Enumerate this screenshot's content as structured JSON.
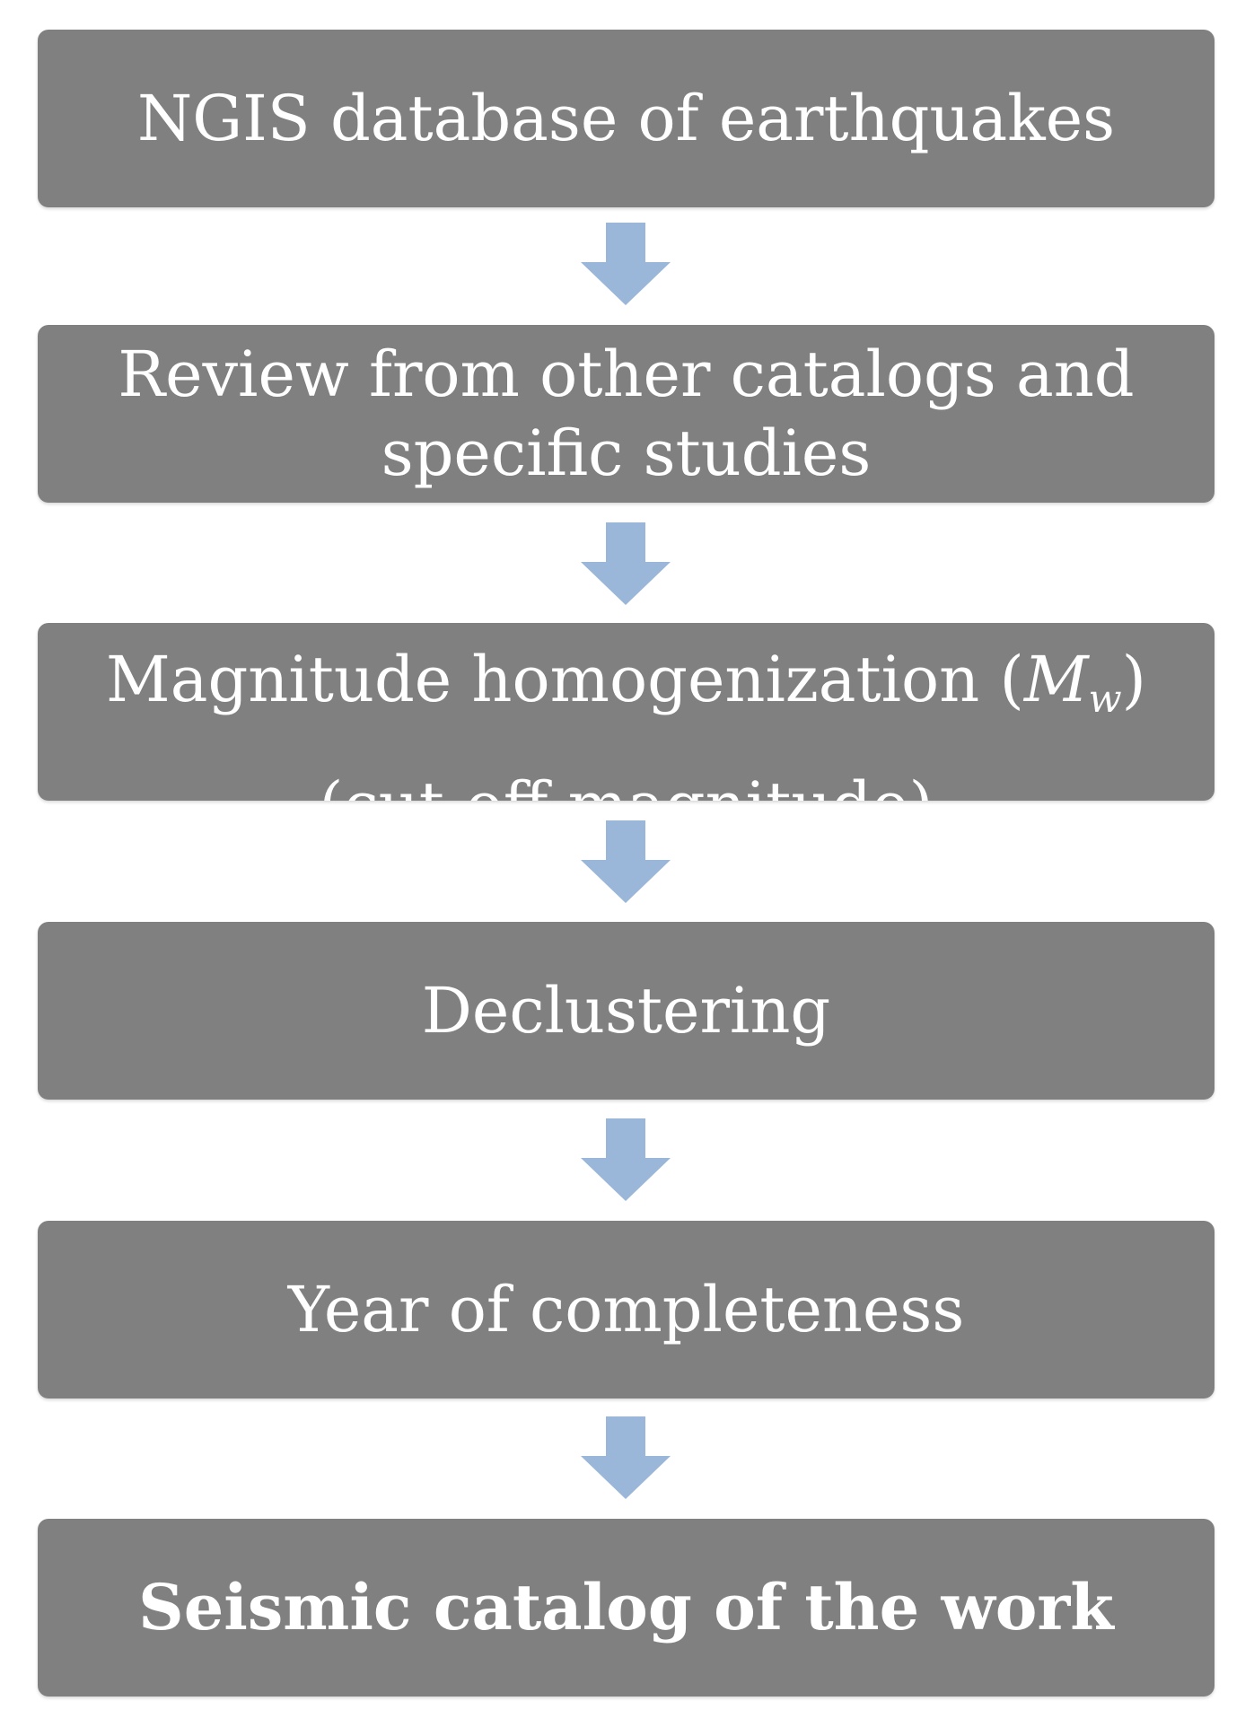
{
  "steps": [
    {
      "lines": [
        "NGIS database of earthquakes"
      ]
    },
    {
      "lines": [
        "Review from other catalogs and",
        "specific studies"
      ]
    },
    {
      "lines_prefix": "Magnitude homogenization (",
      "math_symbol": "M",
      "math_subscript": "w",
      "lines_suffix": ")",
      "line2": "(cut-off magnitude)"
    },
    {
      "lines": [
        "Declustering"
      ]
    },
    {
      "lines": [
        "Year of completeness"
      ]
    },
    {
      "lines": [
        "Seismic catalog of the work"
      ]
    }
  ],
  "colors": {
    "box_fill": "#808080",
    "box_text": "#ffffff",
    "arrow_fill": "#9ab6d8",
    "background": "#ffffff"
  },
  "icons": {
    "connector": "arrow-down-icon"
  }
}
